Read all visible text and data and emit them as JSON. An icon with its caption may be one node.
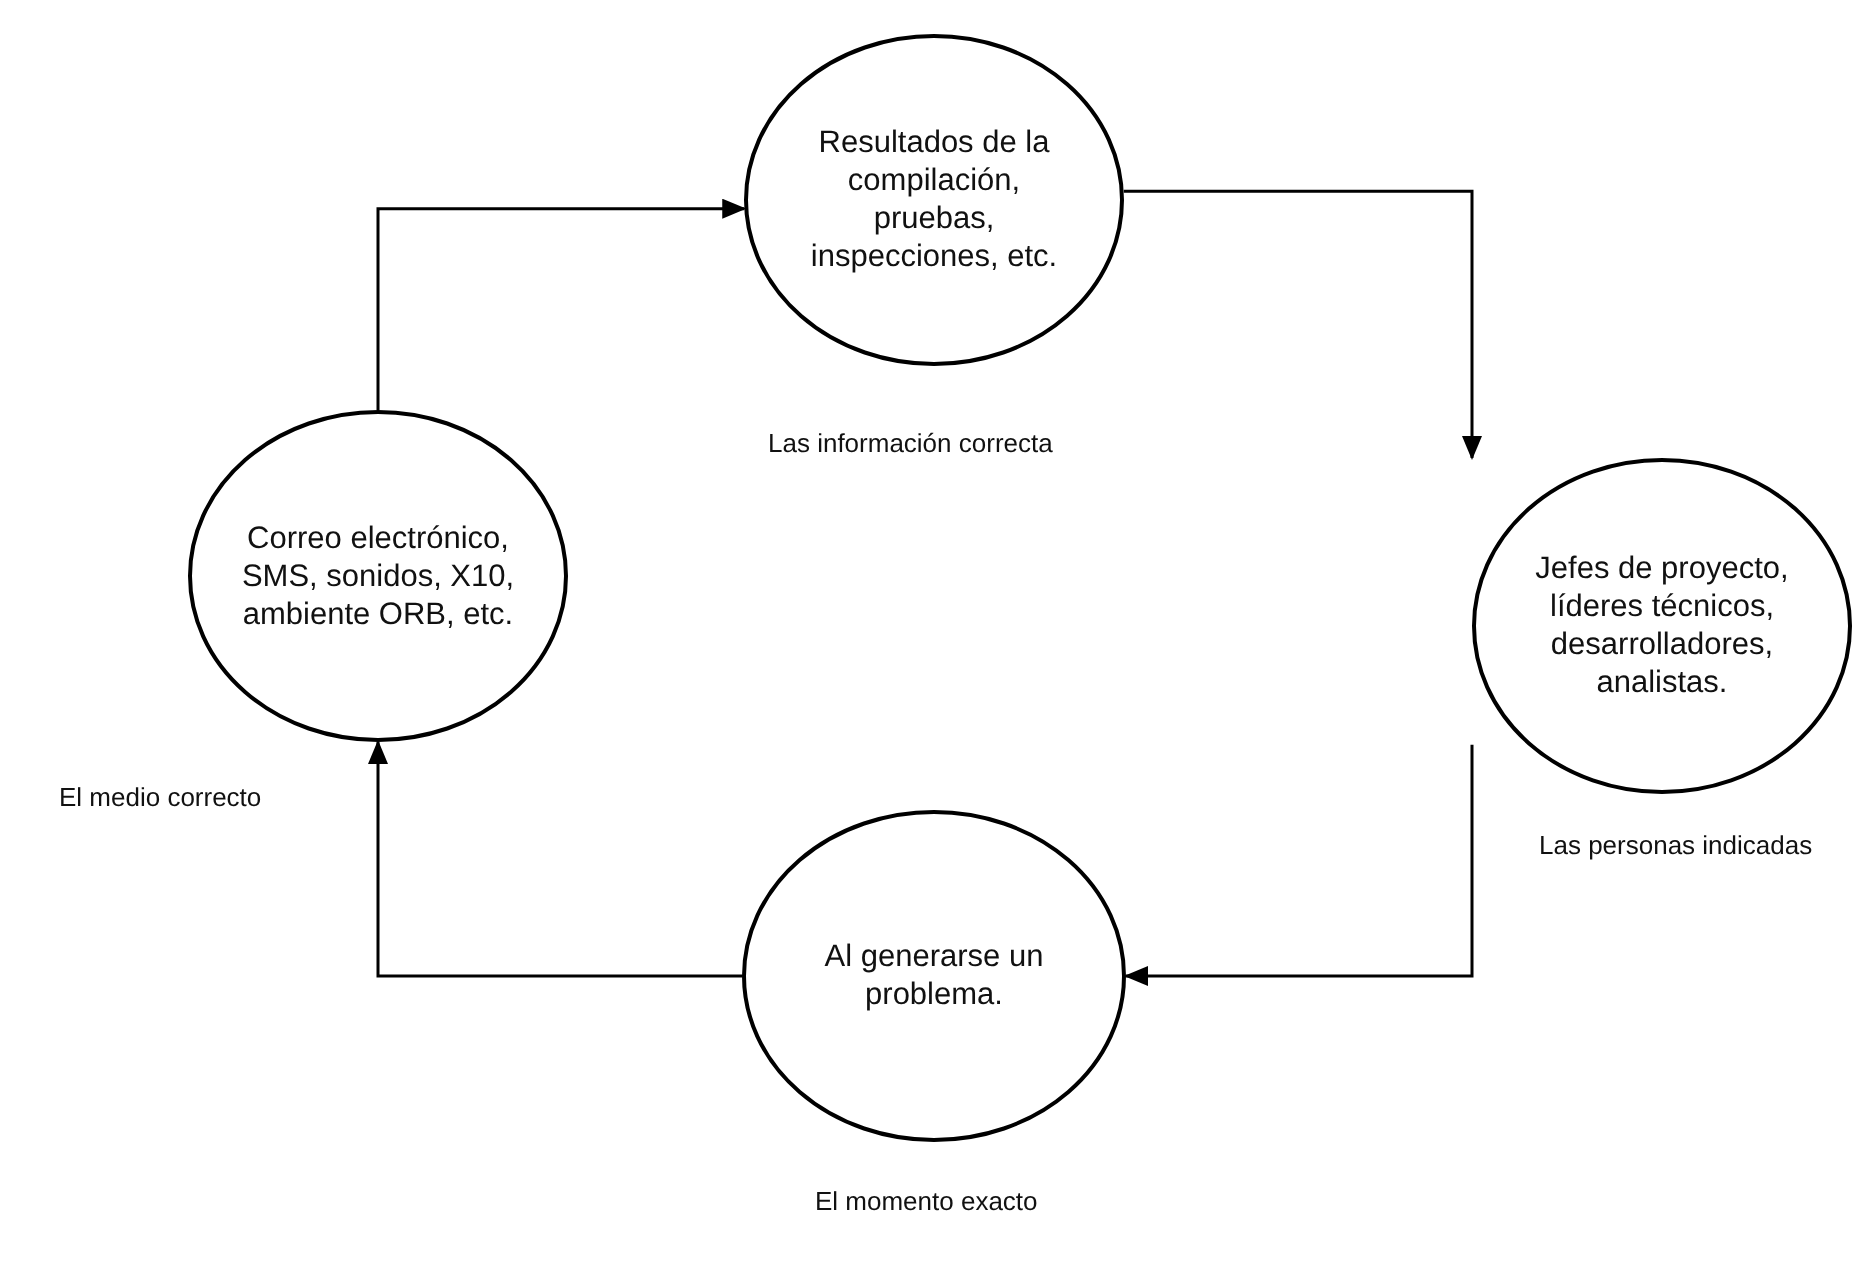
{
  "diagram": {
    "nodes": [
      {
        "text": [
          "Resultados de la compilación, pruebas, inspecciones, etc."
        ]
      },
      {
        "text": [
          "Jefes de proyecto, líderes técnicos, desarrolladores, analistas."
        ]
      },
      {
        "text": [
          "Al generarse un problema."
        ]
      },
      {
        "text": [
          "Correo electrónico, SMS, sonidos, X10, ambiente ORB, etc."
        ]
      }
    ],
    "edges": [
      {
        "from": 0,
        "to": 1,
        "arrow": "to"
      },
      {
        "from": 1,
        "to": 2,
        "arrow": "to"
      },
      {
        "from": 2,
        "to": 3,
        "arrow": "to"
      },
      {
        "from": 3,
        "to": 0,
        "arrow": "to"
      }
    ],
    "labels": [
      "Las información correcta",
      "Las personas indicadas",
      "El momento exacto",
      "El medio correcto"
    ]
  }
}
